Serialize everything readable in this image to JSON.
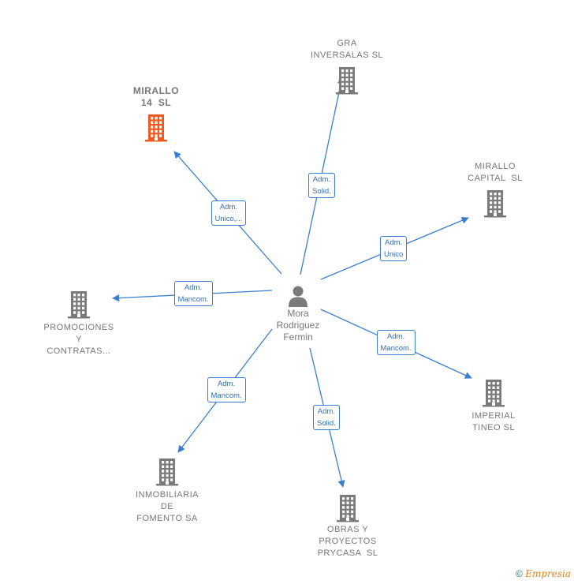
{
  "center": {
    "name_lines": [
      "Mora",
      "Rodriguez",
      "Fermin"
    ],
    "icon": "person-icon"
  },
  "nodes": [
    {
      "id": "gra",
      "lines": [
        "GRA",
        "INVERSALAS SL"
      ],
      "icon": "building-icon",
      "color": "#7a7a7a"
    },
    {
      "id": "mirallo14",
      "lines": [
        "MIRALLO",
        "14  SL"
      ],
      "icon": "building-icon",
      "color": "#f05a22",
      "highlight": true
    },
    {
      "id": "mirallocap",
      "lines": [
        "MIRALLO",
        "CAPITAL  SL"
      ],
      "icon": "building-icon",
      "color": "#7a7a7a"
    },
    {
      "id": "promociones",
      "lines": [
        "PROMOCIONES",
        "Y",
        "CONTRATAS..."
      ],
      "icon": "building-icon",
      "color": "#7a7a7a"
    },
    {
      "id": "imperial",
      "lines": [
        "IMPERIAL",
        "TINEO SL"
      ],
      "icon": "building-icon",
      "color": "#7a7a7a"
    },
    {
      "id": "inmobiliaria",
      "lines": [
        "INMOBILIARIA",
        "DE",
        "FOMENTO SA"
      ],
      "icon": "building-icon",
      "color": "#7a7a7a"
    },
    {
      "id": "obras",
      "lines": [
        "OBRAS Y",
        "PROYECTOS",
        "PRYCASA  SL"
      ],
      "icon": "building-icon",
      "color": "#7a7a7a"
    }
  ],
  "edges": [
    {
      "to": "gra",
      "label": [
        "Adm.",
        "Solid."
      ]
    },
    {
      "to": "mirallo14",
      "label": [
        "Adm.",
        "Unico,..."
      ]
    },
    {
      "to": "mirallocap",
      "label": [
        "Adm.",
        "Unico"
      ]
    },
    {
      "to": "promociones",
      "label": [
        "Adm.",
        "Mancom."
      ]
    },
    {
      "to": "imperial",
      "label": [
        "Adm.",
        "Mancom."
      ]
    },
    {
      "to": "inmobiliaria",
      "label": [
        "Adm.",
        "Mancom."
      ]
    },
    {
      "to": "obras",
      "label": [
        "Adm.",
        "Solid."
      ]
    }
  ],
  "colors": {
    "edge": "#3a7fcf",
    "building": "#7a7a7a",
    "highlight": "#f05a22"
  },
  "footer": {
    "copyright": "©",
    "brand": "Empresia"
  }
}
